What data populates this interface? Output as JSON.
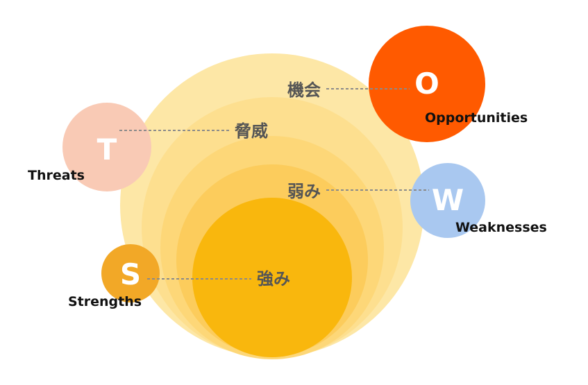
{
  "colors": {
    "ring_outer": "#fde7a6",
    "ring_2": "#fddf8f",
    "ring_3": "#fdd778",
    "ring_4": "#fccc5c",
    "ring_core": "#f9b70d",
    "opportunities": "#ff5a00",
    "threats": "#f9cab5",
    "weaknesses": "#a9c8f0",
    "strengths": "#f2a827",
    "label_text": "#555555",
    "caption_text": "#111111",
    "connector": "#8a8a8a"
  },
  "rings": {
    "opportunity": "機会",
    "threat": "脅威",
    "weakness": "弱み",
    "strength": "強み"
  },
  "bubbles": {
    "opportunities": {
      "letter": "O",
      "caption": "Opportunities"
    },
    "threats": {
      "letter": "T",
      "caption": "Threats"
    },
    "weaknesses": {
      "letter": "W",
      "caption": "Weaknesses"
    },
    "strengths": {
      "letter": "S",
      "caption": "Strengths"
    }
  }
}
